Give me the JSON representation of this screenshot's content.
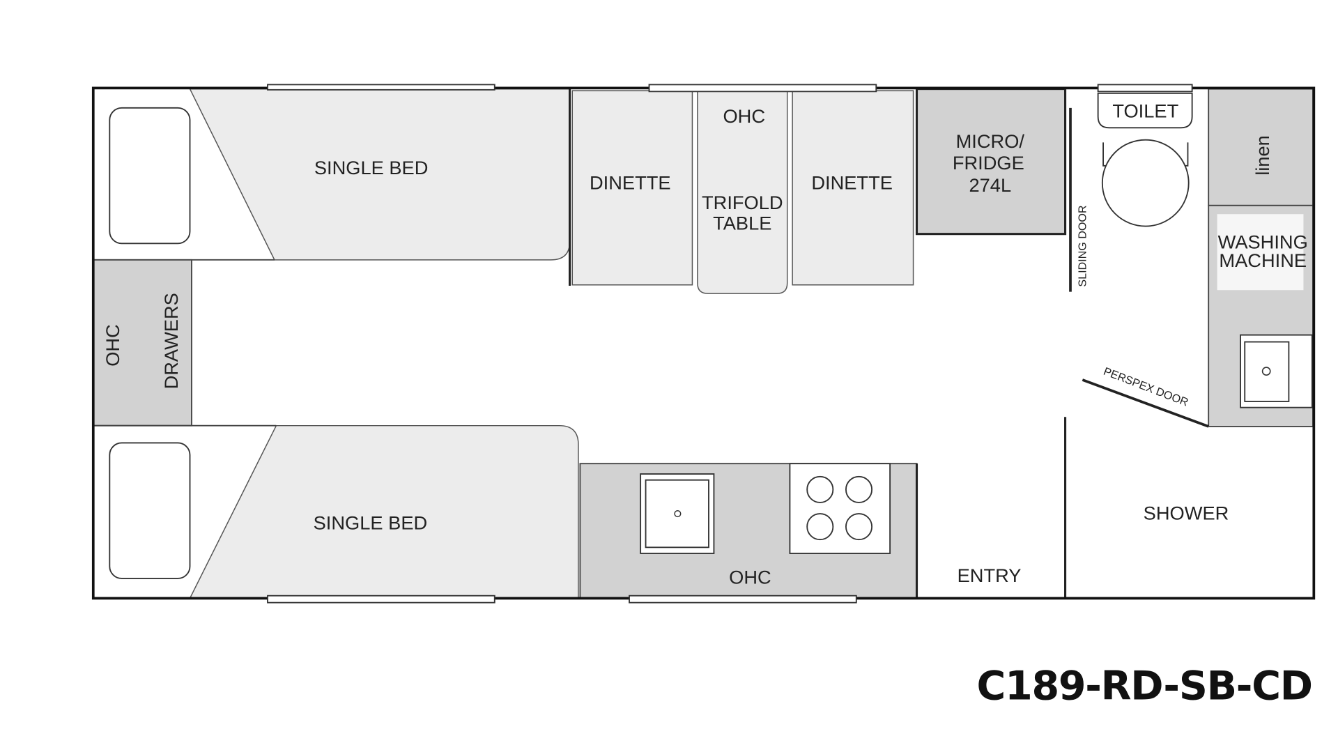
{
  "model_code": "C189-RD-SB-CD",
  "rooms": {
    "bed_top": "SINGLE BED",
    "bed_bottom": "SINGLE BED",
    "ohc_left": "OHC",
    "drawers": "DRAWERS",
    "dinette_left": "DINETTE",
    "dinette_right": "DINETTE",
    "ohc_dinette": "OHC",
    "table_line1": "TRIFOLD",
    "table_line2": "TABLE",
    "fridge_line1": "MICRO/",
    "fridge_line2": "FRIDGE",
    "fridge_line3": "274L",
    "sliding_door": "SLIDING DOOR",
    "toilet": "TOILET",
    "linen": "linen",
    "washing_line1": "WASHING",
    "washing_line2": "MACHINE",
    "perspex_door": "PERSPEX DOOR",
    "shower": "SHOWER",
    "ohc_kitchen": "OHC",
    "entry": "ENTRY"
  }
}
